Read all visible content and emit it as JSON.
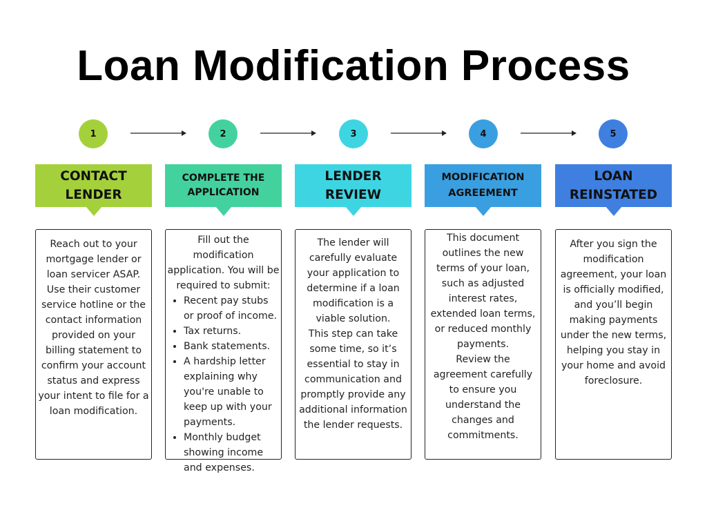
{
  "title": "Loan Modification Process",
  "steps": [
    {
      "number": "1",
      "heading": "CONTACT LENDER",
      "color": "#a4d13b",
      "text": "Reach out to your mortgage lender or loan servicer ASAP. Use their customer service hotline or the contact information provided on your billing statement to confirm your account status and express your intent to file for a loan modification."
    },
    {
      "number": "2",
      "heading": "COMPLETE THE APPLICATION",
      "color": "#43d29e",
      "intro": "Fill out the modification application. You will be required to submit:",
      "bullets": [
        "Recent pay stubs or proof of income.",
        "Tax returns.",
        "Bank statements.",
        "A hardship letter explaining why you're unable to keep up with your payments.",
        "Monthly budget showing income and expenses."
      ]
    },
    {
      "number": "3",
      "heading": "LENDER REVIEW",
      "color": "#3ed5e2",
      "text": "The lender will carefully evaluate your application to determine if a loan modification is a viable solution.",
      "text2": "This step can take some time, so it’s essential to stay in communication and promptly provide any additional information the lender requests."
    },
    {
      "number": "4",
      "heading": "MODIFICATION AGREEMENT",
      "color": "#3a9fe0",
      "text": "This document outlines the new terms of your loan, such as adjusted interest rates, extended loan terms, or reduced monthly payments.",
      "text2": "Review the agreement carefully to ensure you understand the changes and commitments."
    },
    {
      "number": "5",
      "heading": "LOAN REINSTATED",
      "color": "#3f7fe0",
      "text": "After you sign the modification agreement, your loan is officially modified, and you’ll begin making payments under the new terms, helping you stay in your home and avoid foreclosure."
    }
  ]
}
